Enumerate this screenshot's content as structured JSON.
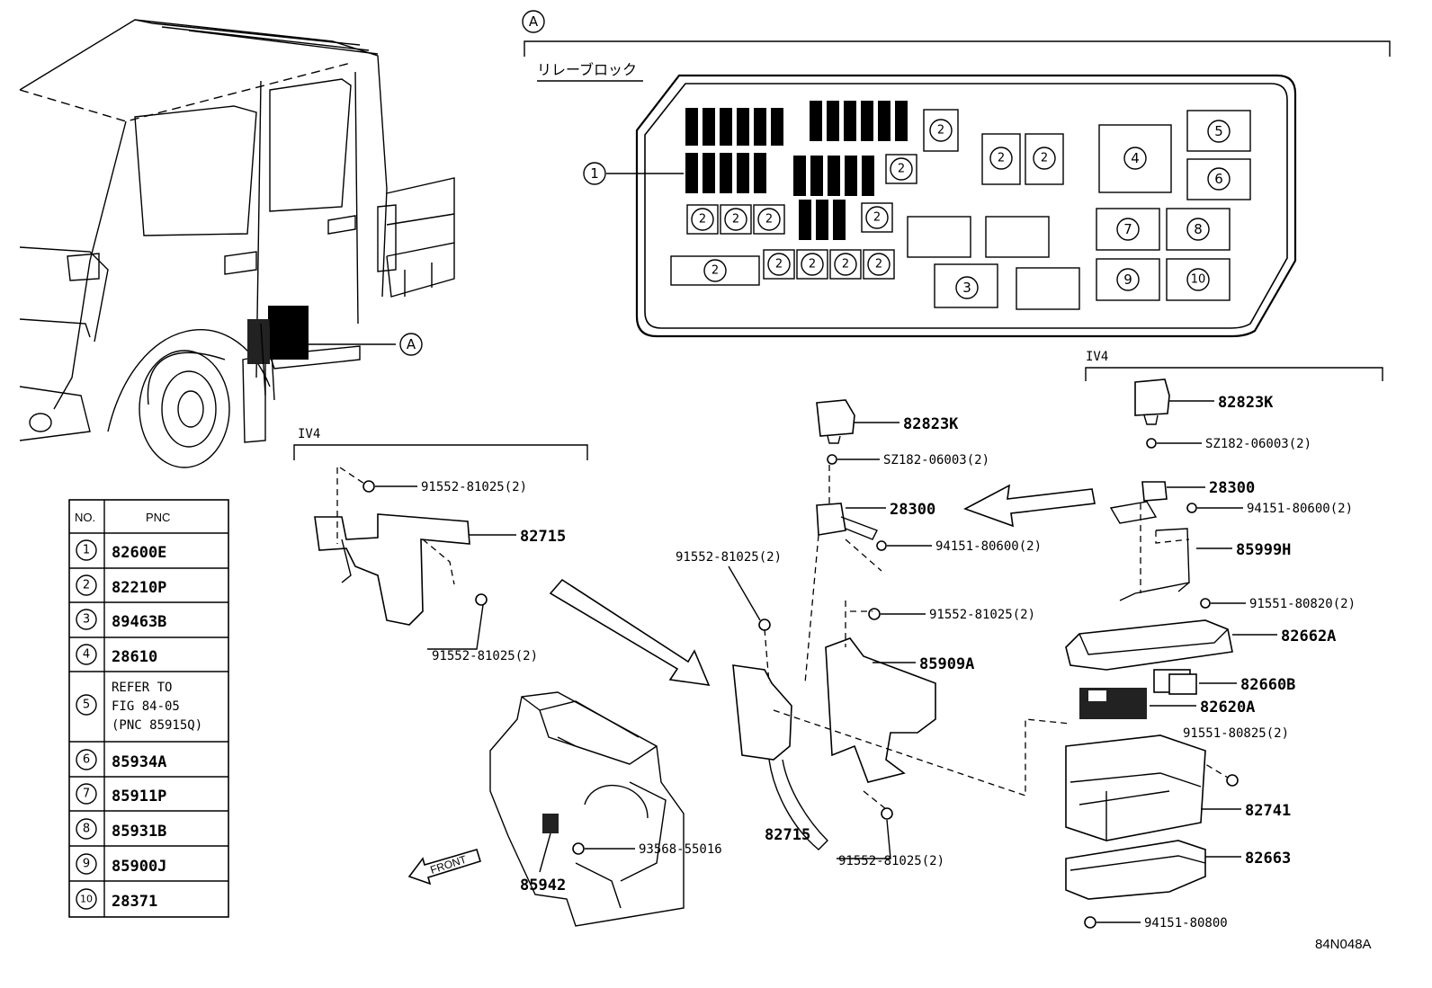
{
  "section_marker": "A",
  "relay_block_title": "リレーブロック",
  "relay_block": {
    "item_1": "1",
    "item_2": "2",
    "item_3": "3",
    "item_4": "4",
    "item_5": "5",
    "item_6": "6",
    "item_7": "7",
    "item_8": "8",
    "item_9": "9",
    "item_10": "10"
  },
  "iv4_label": "IV4",
  "callouts": {
    "p82823K": "82823K",
    "p28300": "28300",
    "pSZ182": "SZ182-06003(2)",
    "p94151_600": "94151-80600(2)",
    "p85999H": "85999H",
    "p91551_820": "91551-80820(2)",
    "p82662A": "82662A",
    "p82660B": "82660B",
    "p82620A": "82620A",
    "p91551_825": "91551-80825(2)",
    "p82741": "82741",
    "p82663": "82663",
    "p94151_800": "94151-80800",
    "p91552_81025": "91552-81025(2)",
    "p82715": "82715",
    "p85909A": "85909A",
    "p93568": "93568-55016",
    "p85942": "85942",
    "front": "FRONT"
  },
  "table": {
    "header_no": "NO.",
    "header_pnc": "PNC",
    "rows": [
      {
        "no": "1",
        "pnc": "82600E"
      },
      {
        "no": "2",
        "pnc": "82210P"
      },
      {
        "no": "3",
        "pnc": "89463B"
      },
      {
        "no": "4",
        "pnc": "28610"
      },
      {
        "no": "5",
        "pnc_line1": "REFER TO",
        "pnc_line2": "FIG 84-05",
        "pnc_line3": "(PNC 85915Q)"
      },
      {
        "no": "6",
        "pnc": "85934A"
      },
      {
        "no": "7",
        "pnc": "85911P"
      },
      {
        "no": "8",
        "pnc": "85931B"
      },
      {
        "no": "9",
        "pnc": "85900J"
      },
      {
        "no": "10",
        "pnc": "28371"
      }
    ]
  },
  "figure_id": "84N048A"
}
